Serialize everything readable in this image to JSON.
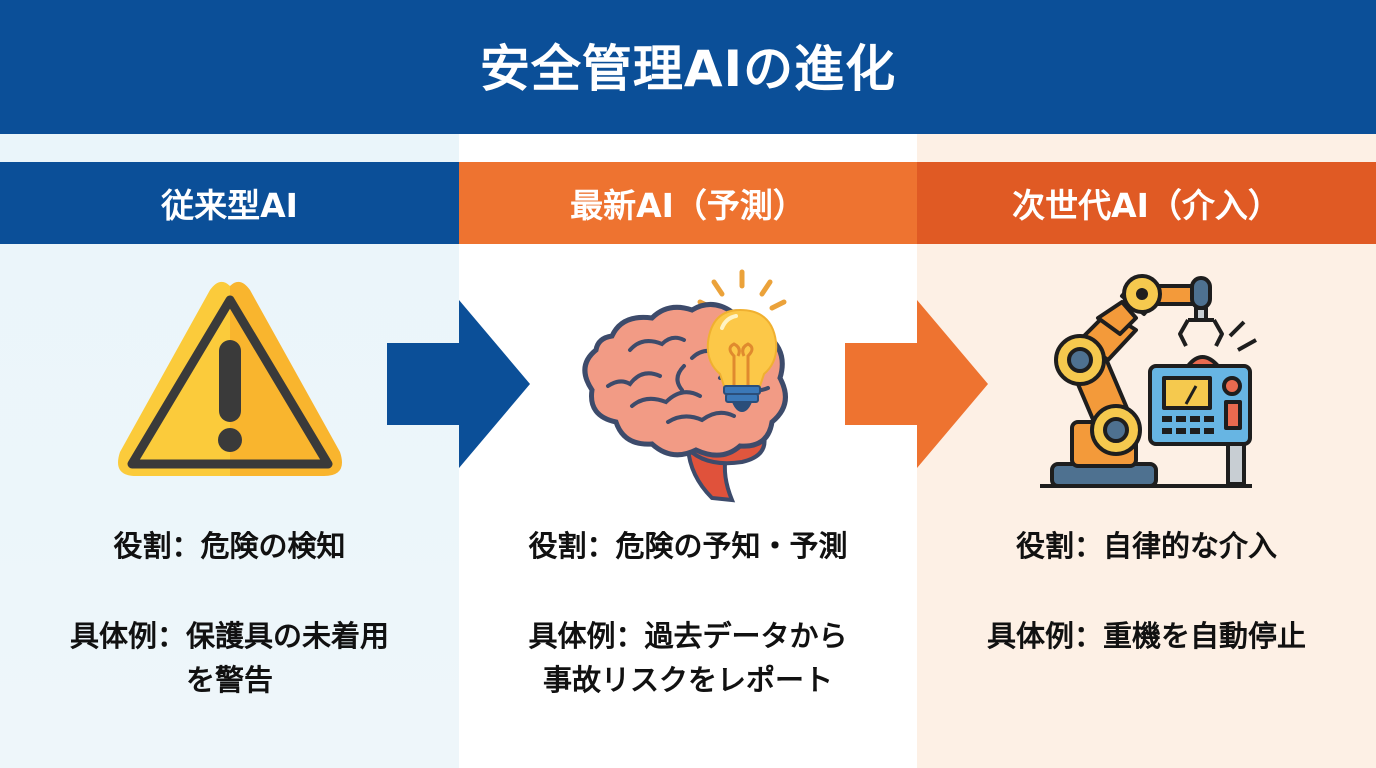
{
  "title": "安全管理AIの進化",
  "colors": {
    "title_bar": "#0B4F98",
    "col1_header": "#0B4F98",
    "col2_header": "#EE7330",
    "col3_header": "#E05A24",
    "col1_bg": "#EAF5FA",
    "col2_bg": "#FFFFFF",
    "col3_bg": "#FDF0E5",
    "arrow1": "#0B4F98",
    "arrow2": "#EE7330"
  },
  "columns": [
    {
      "header": "従来型AI",
      "icon": "warning-triangle-icon",
      "role": "役割：危険の検知",
      "example": "具体例：保護具の未着用を警告"
    },
    {
      "header": "最新AI（予測）",
      "icon": "brain-lightbulb-icon",
      "role": "役割：危険の予知・予測",
      "example": "具体例：過去データから事故リスクをレポート"
    },
    {
      "header": "次世代AI（介入）",
      "icon": "robot-arm-control-panel-icon",
      "role": "役割：自律的な介入",
      "example": "具体例：重機を自動停止"
    }
  ],
  "arrows": [
    {
      "icon": "right-arrow-icon",
      "color": "blue"
    },
    {
      "icon": "right-arrow-icon",
      "color": "orange"
    }
  ]
}
